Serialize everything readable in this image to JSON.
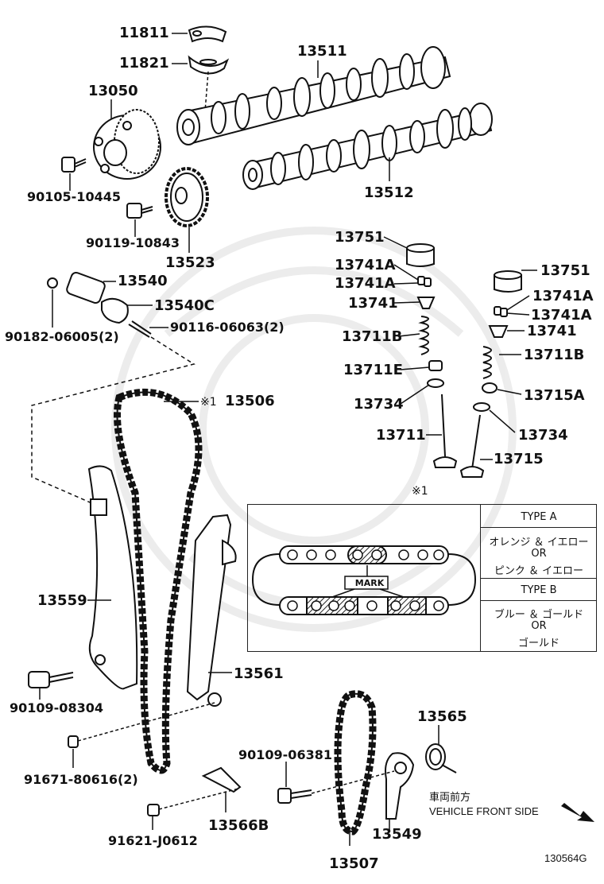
{
  "parts": {
    "p11811": "11811",
    "p11821": "11821",
    "p13050": "13050",
    "p13511": "13511",
    "p13512": "13512",
    "p90105": "90105-10445",
    "p90119": "90119-10843",
    "p13523": "13523",
    "p13540": "13540",
    "p13540c": "13540C",
    "p90182": "90182-06005(2)",
    "p90116": "90116-06063(2)",
    "p13751a": "13751",
    "p13741a_1": "13741A",
    "p13741a_2": "13741A",
    "p13741_l": "13741",
    "p13711b_l": "13711B",
    "p13711e": "13711E",
    "p13734_l": "13734",
    "p13711": "13711",
    "p13751b": "13751",
    "p13741a_3": "13741A",
    "p13741a_4": "13741A",
    "p13741_r": "13741",
    "p13711b_r": "13711B",
    "p13715a": "13715A",
    "p13734_r": "13734",
    "p13715": "13715",
    "p13506_mark": "※1",
    "p13506": "13506",
    "p13559": "13559",
    "p13561": "13561",
    "p90109a": "90109-08304",
    "p91671": "91671-80616(2)",
    "p90109b": "90109-06381",
    "p13565": "13565",
    "p13566b": "13566B",
    "p91621": "91621-J0612",
    "p13549": "13549",
    "p13507": "13507"
  },
  "legend": {
    "ref_mark": "※1",
    "mark_label": "MARK",
    "type_a": "TYPE A",
    "type_a_line1": "オレンジ ＆ イエロー",
    "type_a_or": "OR",
    "type_a_line2": "ピンク ＆ イエロー",
    "type_b": "TYPE B",
    "type_b_line1": "ブルー ＆ ゴールド",
    "type_b_or": "OR",
    "type_b_line2": "ゴールド"
  },
  "direction": {
    "jp": "車両前方",
    "en": "VEHICLE FRONT SIDE"
  },
  "diagram_code": "130564G"
}
